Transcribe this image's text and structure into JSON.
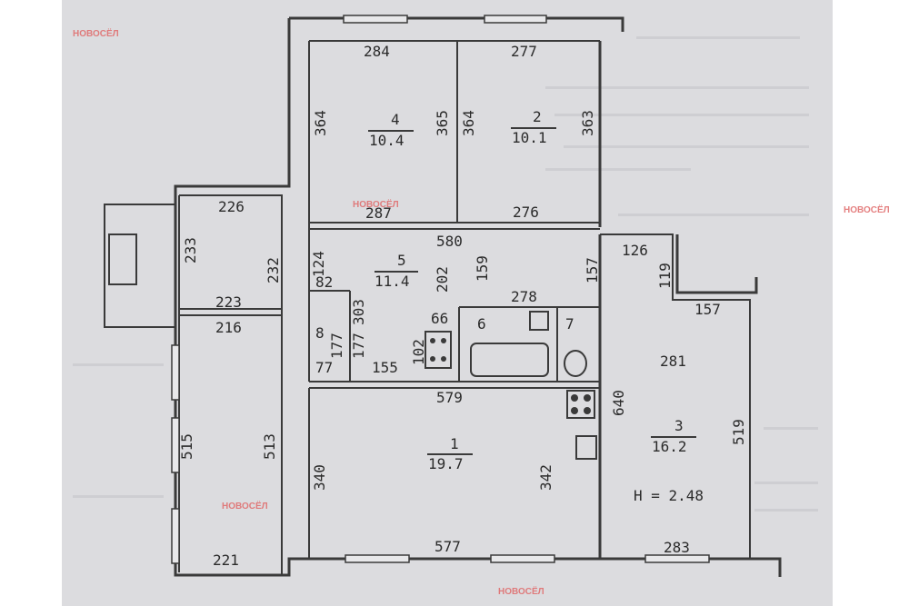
{
  "watermark": {
    "brand": "НОВОСЁЛ"
  },
  "rooms": [
    {
      "id": "room-4",
      "number": "4",
      "area": "10.4"
    },
    {
      "id": "room-2",
      "number": "2",
      "area": "10.1"
    },
    {
      "id": "room-5",
      "number": "5",
      "area": "11.4"
    },
    {
      "id": "room-1",
      "number": "1",
      "area": "19.7"
    },
    {
      "id": "room-3",
      "number": "3",
      "area": "16.2"
    },
    {
      "id": "room-6",
      "number": "6",
      "area": ""
    },
    {
      "id": "room-7",
      "number": "7",
      "area": ""
    },
    {
      "id": "room-8",
      "number": "8",
      "area": ""
    }
  ],
  "ceiling_height": "H = 2.48",
  "dimensions": [
    "284",
    "277",
    "364",
    "365",
    "364",
    "363",
    "226",
    "287",
    "276",
    "580",
    "233",
    "232",
    "124",
    "82",
    "126",
    "119",
    "157",
    "223",
    "216",
    "303",
    "202",
    "159",
    "157",
    "278",
    "66",
    "177",
    "177",
    "102",
    "77",
    "155",
    "579",
    "640",
    "281",
    "515",
    "513",
    "340",
    "342",
    "519",
    "221",
    "577",
    "283"
  ]
}
